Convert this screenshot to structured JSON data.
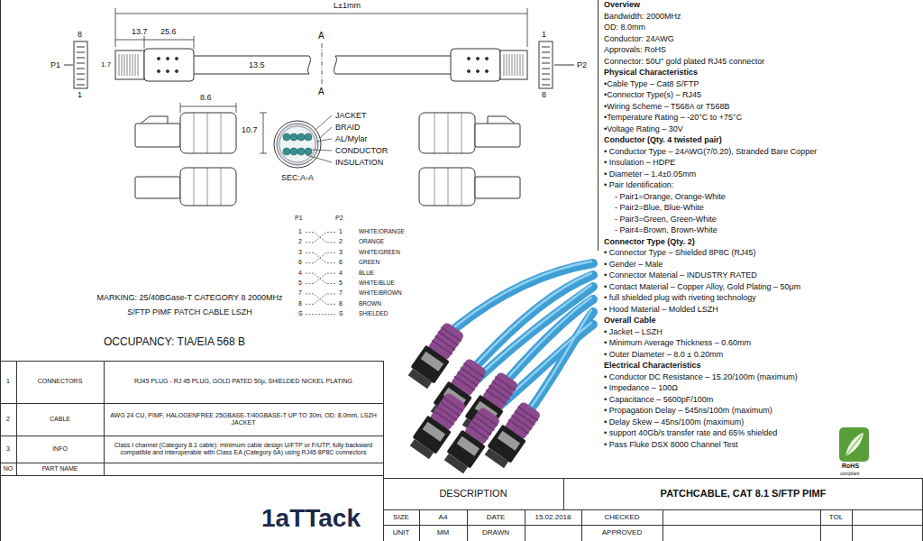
{
  "diagram": {
    "labels": [
      "L±1mm",
      "13.7",
      "25.6",
      "8",
      "P1",
      "1.7",
      "1",
      "13.5",
      "A",
      "A",
      "1",
      "P2",
      "8",
      "8.6",
      "10.7",
      "JACKET",
      "BRAID",
      "AL/Mylar",
      "CONDUCTOR",
      "INSULATION",
      "SEC:A-A",
      "P1",
      "P2",
      "1",
      "1",
      "WHITE/ORANGE",
      "2",
      "2",
      "ORANGE",
      "3",
      "3",
      "WHITE/GREEN",
      "6",
      "6",
      "GREEN",
      "4",
      "4",
      "BLUE",
      "5",
      "5",
      "WHITE/BLUE",
      "7",
      "7",
      "WHITE/BROWN",
      "8",
      "8",
      "BROWN",
      "S",
      "S",
      "SHIELDED",
      "MARKING: 25/40BGase-T CATEGORY 8 2000MHz S/FTP PIMF PATCH CABLE LSZH",
      "OCCUPANCY: TIA/EIA 568 B",
      "1",
      "CONNECTORS",
      "RJ45 PLUG - RJ 45 PLUG, GOLD PATED 50µ, SHIELDED NICKEL PLATING",
      "2",
      "CABLE",
      "AWG 24 CU, PIMF, HALOGENFREE 25GBASE-T/40GBASE-T UP TO 30m, OD: 8.0mm, LSZH JACKET",
      "3",
      "INFO",
      "Class I channel (Category 8.1 cable): minimum cable design U/FTP or F/UTP, fully backward compatible and interoperable with Class EA (Category 6A) using RJ45 8P8C connectors",
      "NO",
      "PART NAME",
      "1aTTack",
      "DESCRIPTION",
      "PATCHCABLE, CAT 8.1 S/FTP PIMF",
      "SIZE",
      "A4",
      "DATE",
      "15.02.2018",
      "CHECKED",
      "TOL",
      "UNIT",
      "MM",
      "DRAWN",
      "APPROVED",
      "Overview",
      "Bandwidth: 2000MHz",
      "OD: 8.0mm",
      "Conductor: 24AWG",
      "Approvals: RoHS",
      "Connector: 50U\" gold plated RJ45 connector",
      "Physical Characteristics",
      "•Cable Type – Cat8 S/FTP",
      "•Connector Type(s) – RJ45",
      "•Wiring Scheme – T568A or T568B",
      "•Temperature Rating – -20°C to +75°C",
      "•Voltage Rating – 30V",
      "Conductor (Qty. 4 twisted pair)",
      "• Conductor Type – 24AWG(7/0.20), Stranded Bare Copper",
      "• Insulation – HDPE",
      "• Diameter – 1.4±0.05mm",
      "• Pair Identification:",
      "- Pair1=Orange, Orange-White",
      "- Pair2=Blue, Blue-White",
      "- Pair3=Green, Green-White",
      "- Pair4=Brown, Brown-White",
      "Connector Type (Qty. 2)",
      "• Connector Type – Shielded 8P8C (RJ45)",
      "• Gender – Male",
      "• Connector Material – INDUSTRY RATED",
      "• Contact Material – Copper Alloy, Gold Plating – 50μm",
      "• full shielded plug with riveting technology",
      "• Hood Material – Molded LSZH",
      "Overall Cable",
      "• Jacket – LSZH",
      "• Minimum Average Thickness – 0.60mm",
      "• Outer Diameter – 8.0 ± 0.20mm",
      "Electrical Characteristics",
      "• Conductor DC Resistance – 15.20/100m (maximum)",
      "• Impedance – 100Ω",
      "• Capacitance – 5600pF/100m",
      "• Propagation Delay – 545ns/100m (maximum)",
      "• Delay Skew – 45ns/100m (maximum)",
      "• support 40Gb/s transfer rate and 65% shielded",
      "• Pass Fluke DSX 8000 Channel Test",
      "RoHS",
      "compliant"
    ]
  }
}
